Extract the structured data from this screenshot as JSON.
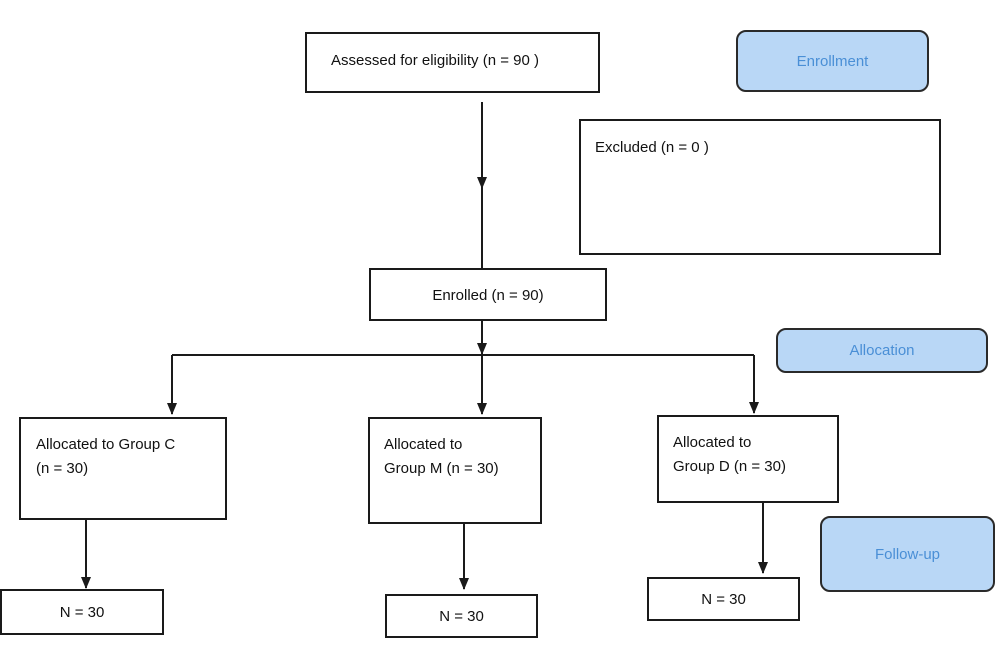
{
  "boxes": {
    "assessed": "Assessed for eligibility (n = 90 )",
    "excluded": "Excluded  (n = 0 )",
    "enrolled": "Enrolled (n = 90)",
    "group_c": {
      "line1": "Allocated to Group C",
      "line2": "(n = 30)"
    },
    "group_m": {
      "line1": "Allocated to",
      "line2": "Group M (n = 30)"
    },
    "group_d": {
      "line1": "Allocated to",
      "line2": "Group D (n = 30)"
    },
    "followup_c": "N = 30",
    "followup_m": "N = 30",
    "followup_d": "N = 30"
  },
  "stages": {
    "enrollment": "Enrollment",
    "allocation": "Allocation",
    "followup": "Follow-up"
  },
  "colors": {
    "stage_fill": "#b9d7f6",
    "stage_text": "#4a8fd6",
    "line": "#1a1a1a"
  }
}
